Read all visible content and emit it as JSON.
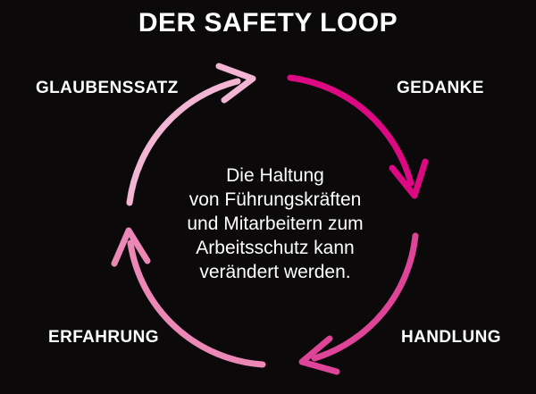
{
  "title": "DER SAFETY LOOP",
  "labels": {
    "top_left": "GLAUBENSSATZ",
    "top_right": "GEDANKE",
    "bottom_right": "HANDLUNG",
    "bottom_left": "ERFAHRUNG"
  },
  "center_text": {
    "lines": [
      "Die Haltung",
      "von Führungskräften",
      "und Mitarbeitern zum",
      "Arbeitsschutz kann",
      "verändert werden."
    ]
  },
  "colors": {
    "background": "#0b090a",
    "text": "#ffffff",
    "arc_top_left": "#f2b6d4",
    "arc_top_right": "#dd0983",
    "arc_bottom_right": "#de4498",
    "arc_bottom_left": "#ec88b6"
  },
  "diagram": {
    "type": "circular-loop",
    "direction": "clockwise"
  }
}
